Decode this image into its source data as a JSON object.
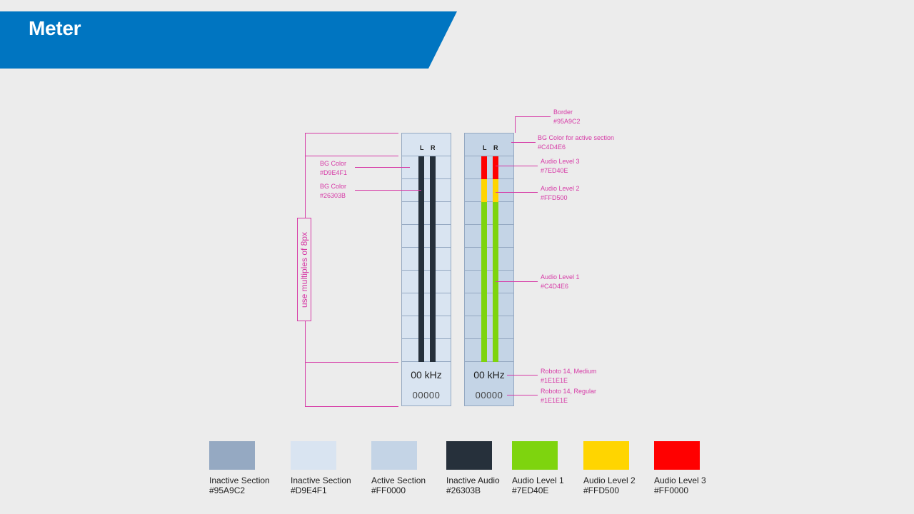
{
  "header": {
    "title": "Meter"
  },
  "meters": {
    "inactive": {
      "left_label": "L",
      "right_label": "R",
      "frequency": "00 kHz",
      "counter": "00000"
    },
    "active": {
      "left_label": "L",
      "right_label": "R",
      "frequency": "00 kHz",
      "counter": "00000"
    }
  },
  "annotations": {
    "dimension_note": "use multiples of 8px",
    "inactive_bg": {
      "label": "BG Color",
      "value": "#D9E4F1"
    },
    "inactive_audio": {
      "label": "BG Color",
      "value": "#26303B"
    },
    "border": {
      "label": "Border",
      "value": "#95A9C2"
    },
    "active_bg": {
      "label": "BG Color for active section",
      "value": "#C4D4E6"
    },
    "audio_level_3": {
      "label": "Audio Level 3",
      "value": "#7ED40E"
    },
    "audio_level_2": {
      "label": "Audio Level 2",
      "value": "#FFD500"
    },
    "audio_level_1": {
      "label": "Audio Level 1",
      "value": "#C4D4E6"
    },
    "font_medium": {
      "label": "Roboto 14, Medium",
      "value": "#1E1E1E"
    },
    "font_regular": {
      "label": "Roboto 14, Regular",
      "value": "#1E1E1E"
    }
  },
  "swatches": [
    {
      "name": "Inactive Section",
      "code": "#95A9C2",
      "color": "#95a9c2"
    },
    {
      "name": "Inactive Section",
      "code": "#D9E4F1",
      "color": "#d9e4f1"
    },
    {
      "name": "Active Section",
      "code": "#FF0000",
      "color": "#c4d4e6"
    },
    {
      "name": "Inactive Audio",
      "code": "#26303B",
      "color": "#26303b"
    },
    {
      "name": "Audio Level 1",
      "code": "#7ED40E",
      "color": "#7ed40e"
    },
    {
      "name": "Audio Level 2",
      "code": "#FFD500",
      "color": "#ffd500"
    },
    {
      "name": "Audio Level 3",
      "code": "#FF0000",
      "color": "#ff0000"
    }
  ],
  "colors": {
    "banner": "#0075c1",
    "annotation": "#d63aa6",
    "border": "#95a9c2",
    "inactive_bg": "#d9e4f1",
    "active_bg": "#c4d4e6",
    "inactive_audio": "#26303b",
    "level_1": "#7ed40e",
    "level_2": "#ffd500",
    "level_3": "#ff0000"
  }
}
